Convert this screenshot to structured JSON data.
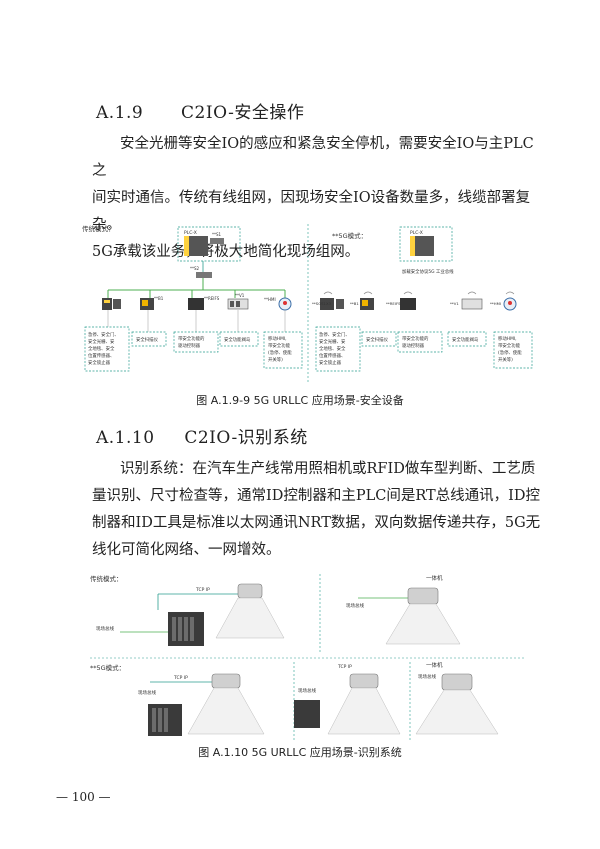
{
  "section1": {
    "number": "A.1.9",
    "title": "C2IO-安全操作",
    "paragraph_lines": [
      "安全光栅等安全IO的感应和紧急安全停机，需要安全IO与主PLC之",
      "间实时通信。传统有线组网，因现场安全IO设备数量多，线缆部署复杂。",
      "5G承载该业务，将极大地简化现场组网。"
    ]
  },
  "figure1": {
    "left_title": "传统模式：",
    "right_title": "**5G模式：",
    "plc_label": "PLC-X",
    "s1_label": "**S1",
    "s2_label": "**S2",
    "b1_label": "**B1",
    "reifs_label": "**REIFS",
    "v1_label": "**V1",
    "hmi_label": "**HMI",
    "sgs_label": "**SGS1X3",
    "cloud_label": "加载安全协议5G 工业总线",
    "box1": [
      "急停、安全门、",
      "安全光栅、安",
      "全地毯、安全",
      "位置传感器、",
      "安全锁止器"
    ],
    "box2": "安全扫描仪",
    "box3": [
      "带安全功能的",
      "驱动控制器"
    ],
    "box4": "安全功能阀岛",
    "box5": [
      "移动HMI,",
      "带安全功能",
      "(急停、使能",
      "开关等)"
    ],
    "caption": "图 A.1.9-9  5G URLLC 应用场景-安全设备"
  },
  "section2": {
    "number": "A.1.10",
    "title": "C2IO-识别系统",
    "paragraph_lines": [
      "识别系统：在汽车生产线常用照相机或RFID做车型判断、工艺质",
      "量识别、尺寸检查等，通常ID控制器和主PLC间是RT总线通讯，ID控",
      "制器和ID工具是标准以太网通讯NRT数据，双向数据传递共存，5G无",
      "线化可简化网络、一网增效。"
    ]
  },
  "figure2": {
    "left_title": "传统模式：",
    "right_title": "一体机",
    "tcp_label": "TCP IP",
    "field_bus": "现场总线",
    "g5_title": "**5G模式：",
    "caption": "图 A.1.10 5G URLLC 应用场景-识别系统"
  },
  "page_number": "— 100 —"
}
